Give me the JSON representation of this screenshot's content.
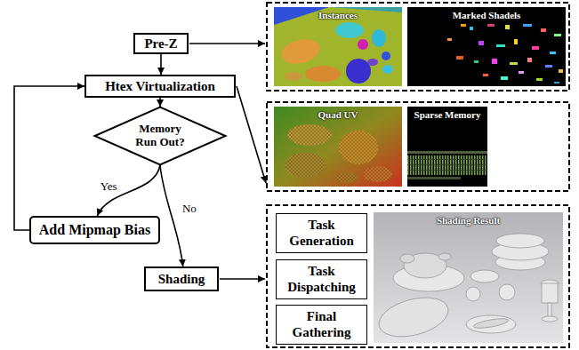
{
  "diagram": {
    "nodes": [
      {
        "text": [
          "Pre-Z"
        ]
      },
      {
        "text": [
          "Htex Virtualization"
        ]
      },
      {
        "text": [
          "Memory Run Out?"
        ]
      },
      {
        "text": [
          "Add Mipmap Bias"
        ]
      },
      {
        "text": [
          "Shading"
        ]
      },
      {
        "text": [
          "Instances"
        ]
      },
      {
        "text": [
          "Marked Shadels"
        ]
      },
      {
        "text": [
          "Quad UV"
        ]
      },
      {
        "text": [
          "Sparse Memory"
        ]
      },
      {
        "text": [
          "Task Generation"
        ]
      },
      {
        "text": [
          "Task Dispatching"
        ]
      },
      {
        "text": [
          "Final Gathering"
        ]
      },
      {
        "text": [
          "Shading Result"
        ]
      }
    ],
    "edges": [
      {
        "from": 0,
        "to": 1,
        "arrow": "to"
      },
      {
        "from": 1,
        "to": 2,
        "arrow": "to"
      },
      {
        "from": 2,
        "to": 3,
        "label": "Yes",
        "arrow": "to"
      },
      {
        "from": 2,
        "to": 4,
        "label": "No",
        "arrow": "to"
      },
      {
        "from": 3,
        "to": 1,
        "arrow": "to"
      }
    ]
  }
}
